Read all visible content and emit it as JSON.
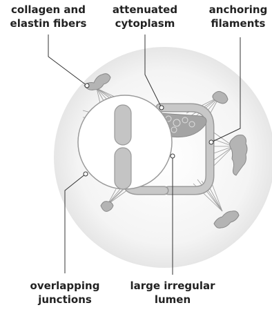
{
  "labels": {
    "collagen": {
      "line1": "collagen and",
      "line2": "elastin fibers"
    },
    "cytoplasm": {
      "line1": "attenuated",
      "line2": "cytoplasm"
    },
    "anchoring": {
      "line1": "anchoring",
      "line2": "filaments"
    },
    "junctions": {
      "line1": "overlapping",
      "line2": "junctions"
    },
    "lumen": {
      "line1": "large irregular",
      "line2": "lumen"
    }
  },
  "colors": {
    "text": "#222222",
    "leader_line": "#333333",
    "vessel_wall": "#c4c4c4",
    "vessel_edge": "#9a9a9a",
    "background_glow": "#e8e8e8",
    "cytoplasm": "#9a9a9a"
  }
}
